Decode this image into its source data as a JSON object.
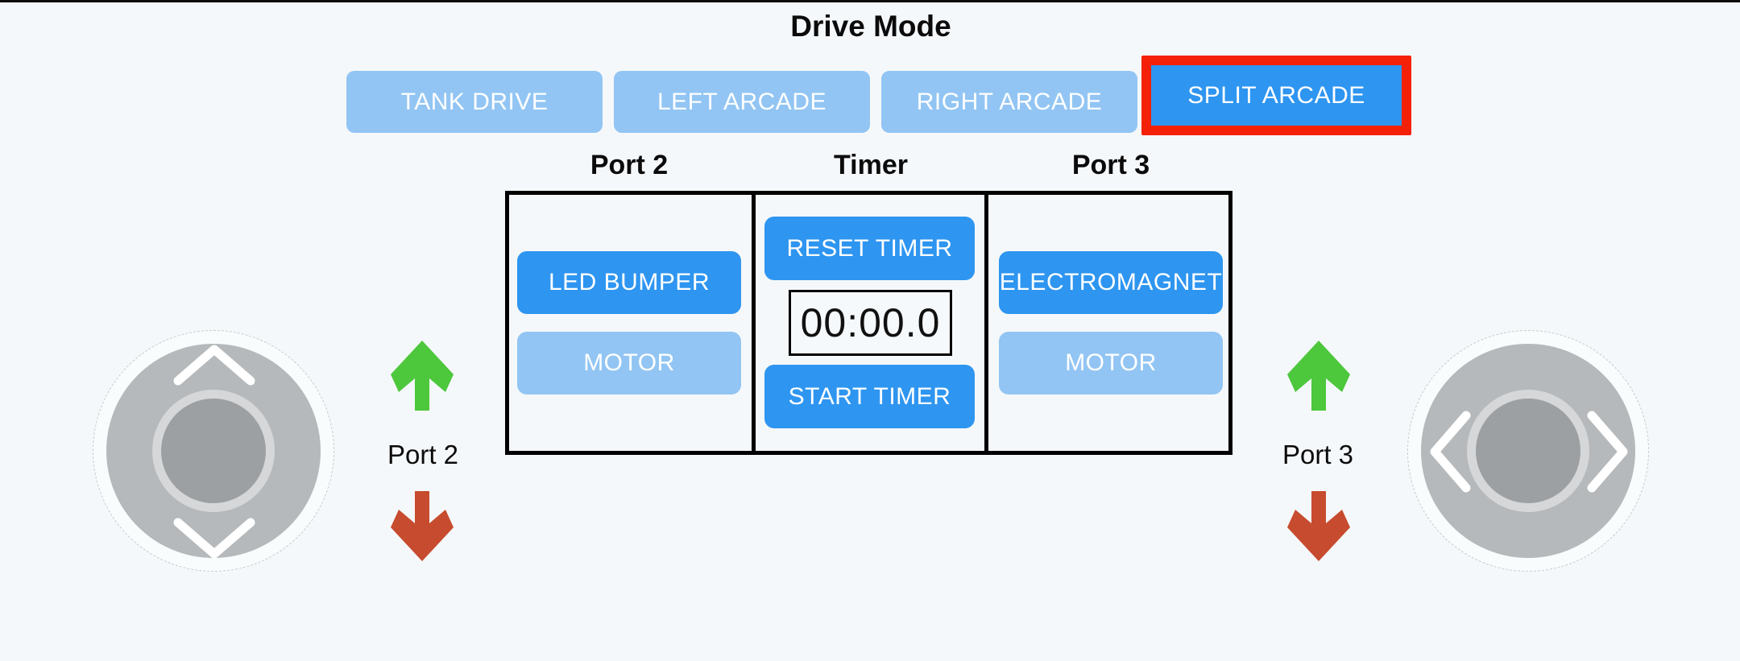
{
  "window": {
    "background": "#f5f8fa",
    "top_border_color": "#0b0b0b"
  },
  "drive_mode": {
    "title": "Drive Mode",
    "buttons": [
      {
        "label": "TANK DRIVE",
        "selected": false
      },
      {
        "label": "LEFT ARCADE",
        "selected": false
      },
      {
        "label": "RIGHT ARCADE",
        "selected": false
      },
      {
        "label": "SPLIT ARCADE",
        "selected": true
      }
    ]
  },
  "control_panel": {
    "port2": {
      "header": "Port 2",
      "device_buttons": [
        {
          "label": "LED BUMPER",
          "active": true
        },
        {
          "label": "MOTOR",
          "active": false
        }
      ]
    },
    "timer": {
      "header": "Timer",
      "reset_button": "RESET TIMER",
      "display_value": "00:00.0",
      "start_button": "START TIMER"
    },
    "port3": {
      "header": "Port 3",
      "device_buttons": [
        {
          "label": "ELECTROMAGNET",
          "active": true
        },
        {
          "label": "MOTOR",
          "active": false
        }
      ]
    }
  },
  "left_drive_indicator": {
    "up_icon": "green-up-arrow",
    "label": "Port 2",
    "down_icon": "red-down-arrow"
  },
  "right_drive_indicator": {
    "up_icon": "green-up-arrow",
    "label": "Port 3",
    "down_icon": "red-down-arrow"
  },
  "joysticks": {
    "left": {
      "chevrons": [
        "up",
        "down"
      ]
    },
    "right": {
      "chevrons": [
        "left",
        "right"
      ]
    }
  },
  "colors": {
    "active_button": "#2e95f0",
    "inactive_button": "#92c5f3",
    "button_text": "#ffffff",
    "selected_outline": "#f42108",
    "up_arrow_green": "#4dc73c",
    "down_arrow_red": "#c74b2e",
    "panel_border": "#000000"
  }
}
